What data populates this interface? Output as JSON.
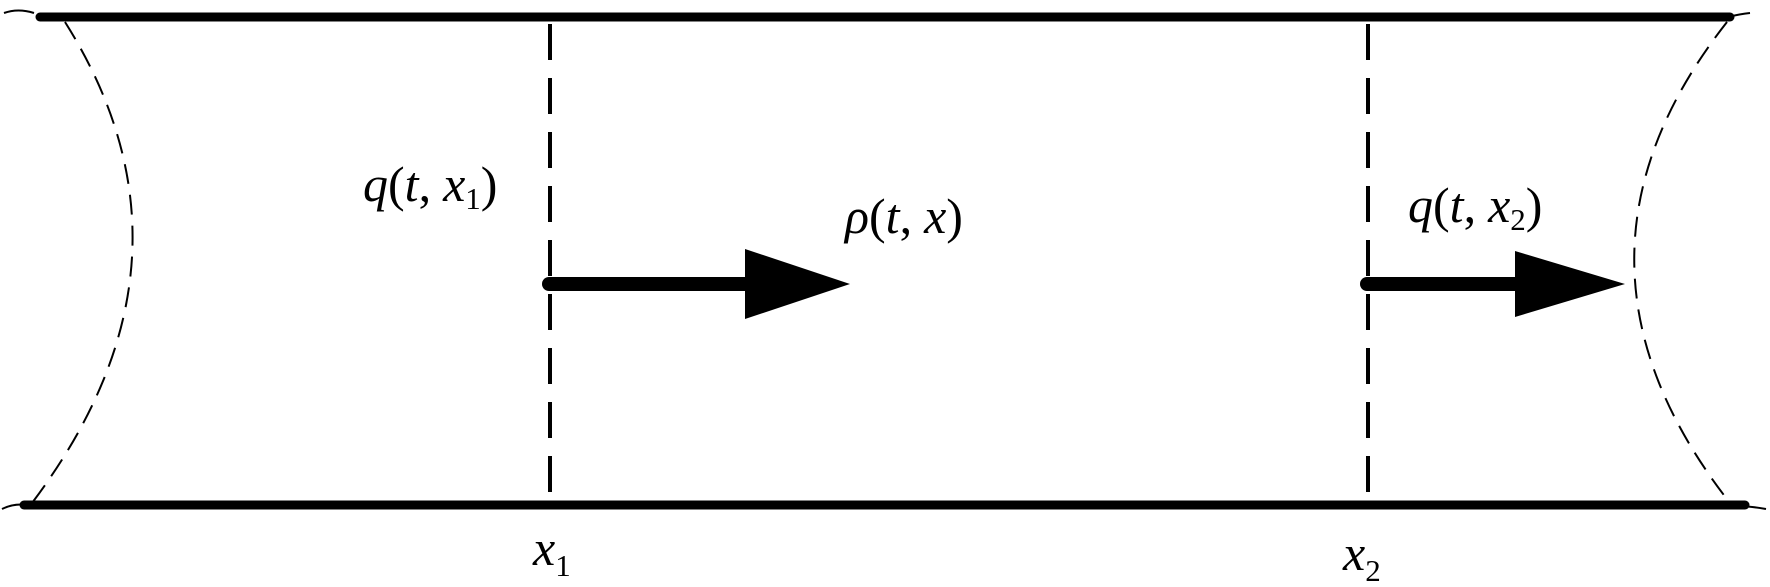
{
  "labels": {
    "flux_in": {
      "q": "q",
      "open": "(",
      "t": "t",
      "comma": ",",
      "x": "x",
      "sub": "1",
      "close": ")"
    },
    "density": {
      "rho": "ρ",
      "open": "(",
      "t": "t",
      "comma": ",",
      "x": "x",
      "close": ")"
    },
    "flux_out": {
      "q": "q",
      "open": "(",
      "t": "t",
      "comma": ",",
      "x": "x",
      "sub": "2",
      "close": ")"
    },
    "x1": {
      "x": "x",
      "sub": "1"
    },
    "x2": {
      "x": "x",
      "sub": "2"
    }
  },
  "colors": {
    "ink": "#000000",
    "background": "#ffffff"
  }
}
